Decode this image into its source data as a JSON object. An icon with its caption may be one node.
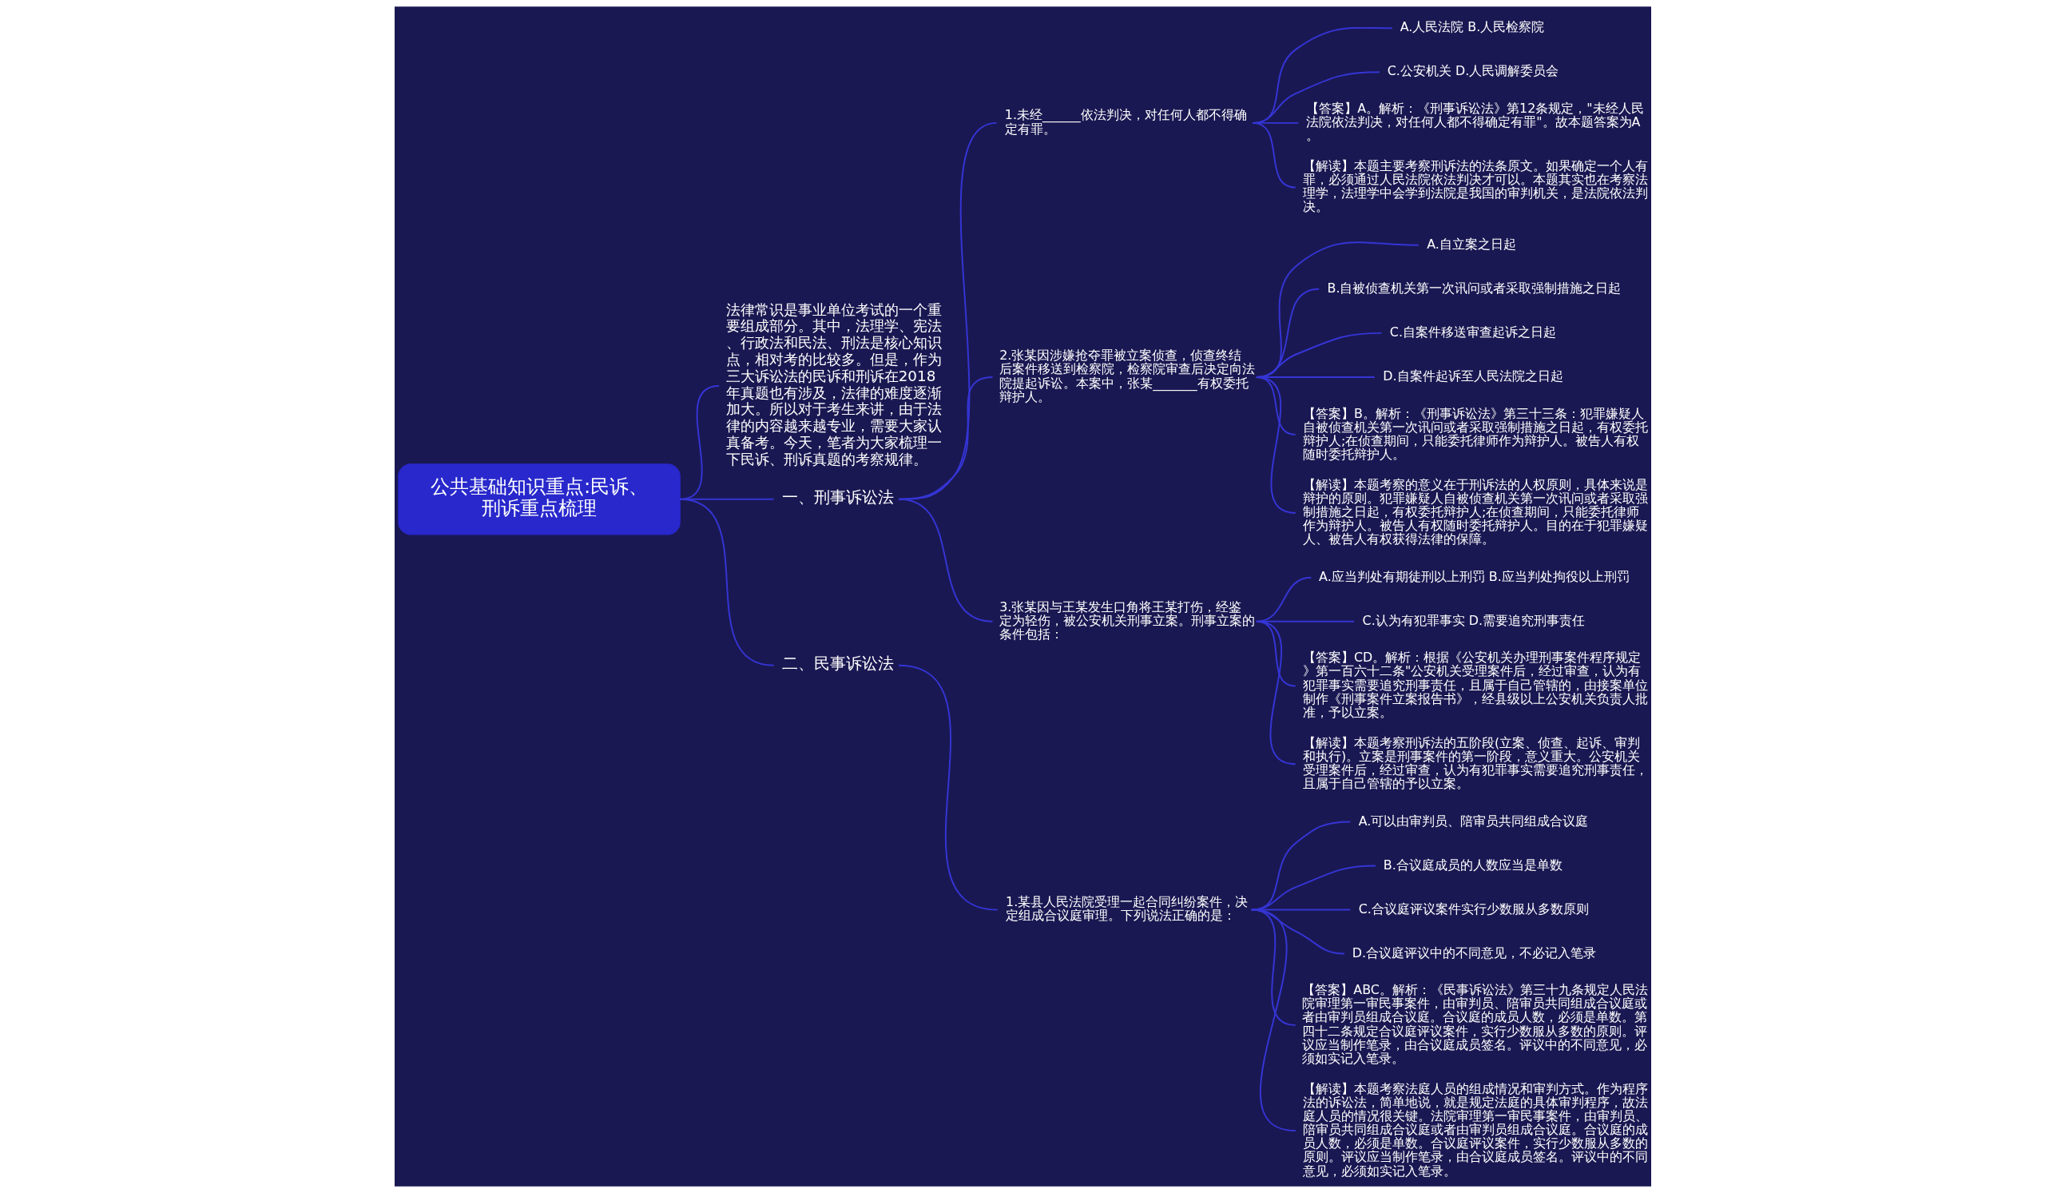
{
  "diagram": {
    "nodes": [
      {
        "text": [
          "公共基础知识重点:民诉、刑诉重点梳理"
        ]
      },
      {
        "text": [
          "法律常识是事业单位考试的一个重要组成部分。其中，法理学、宪法、行政法和民法、刑法是核心知识点，相对考的比较多。但是，作为三大诉讼法的民诉和刑诉在2018年真题也有涉及，法律的难度逐渐加大。所以对于考生来讲，由于法律的内容越来越专业，需要大家认真备考。今天，笔者为大家梳理一下民诉、刑诉真题的考察规律。"
        ]
      },
      {
        "text": [
          "一、刑事诉讼法"
        ]
      },
      {
        "text": [
          "1.未经______依法判决，对任何人都不得确定有罪。"
        ]
      },
      {
        "text": [
          "A.人民法院 B.人民检察院"
        ]
      },
      {
        "text": [
          "C.公安机关 D.人民调解委员会"
        ]
      },
      {
        "text": [
          "【答案】A。解析：《刑事诉讼法》第12条规定，\"未经人民法院依法判决，对任何人都不得确定有罪\"。故本题答案为A。"
        ]
      },
      {
        "text": [
          "【解读】本题主要考察刑诉法的法条原文。如果确定一个人有罪，必须通过人民法院依法判决才可以。本题其实也在考察法理学，法理学中会学到法院是我国的审判机关，是法院依法判决。"
        ]
      },
      {
        "text": [
          "2.张某因涉嫌抢夺罪被立案侦查，侦查终结后案件移送到检察院，检察院审查后决定向法院提起诉讼。本案中，张某_______有权委托辩护人。"
        ]
      },
      {
        "text": [
          "A.自立案之日起"
        ]
      },
      {
        "text": [
          "B.自被侦查机关第一次讯问或者采取强制措施之日起"
        ]
      },
      {
        "text": [
          "C.自案件移送审查起诉之日起"
        ]
      },
      {
        "text": [
          "D.自案件起诉至人民法院之日起"
        ]
      },
      {
        "text": [
          "【答案】B。解析：《刑事诉讼法》第三十三条：犯罪嫌疑人自被侦查机关第一次讯问或者采取强制措施之日起，有权委托辩护人;在侦查期间，只能委托律师作为辩护人。被告人有权随时委托辩护人。"
        ]
      },
      {
        "text": [
          "【解读】本题考察的意义在于刑诉法的人权原则，具体来说是辩护的原则。犯罪嫌疑人自被侦查机关第一次讯问或者采取强制措施之日起，有权委托辩护人;在侦查期间，只能委托律师作为辩护人。被告人有权随时委托辩护人。目的在于犯罪嫌疑人、被告人有权获得法律的保障。"
        ]
      },
      {
        "text": [
          "3.张某因与王某发生口角将王某打伤，经鉴定为轻伤，被公安机关刑事立案。刑事立案的条件包括："
        ]
      },
      {
        "text": [
          "A.应当判处有期徒刑以上刑罚 B.应当判处拘役以上刑罚"
        ]
      },
      {
        "text": [
          "C.认为有犯罪事实 D.需要追究刑事责任"
        ]
      },
      {
        "text": [
          "【答案】CD。解析：根据《公安机关办理刑事案件程序规定》第一百六十二条\"公安机关受理案件后，经过审查，认为有犯罪事实需要追究刑事责任，且属于自己管辖的，由接案单位制作《刑事案件立案报告书》，经县级以上公安机关负责人批准，予以立案。"
        ]
      },
      {
        "text": [
          "【解读】本题考察刑诉法的五阶段(立案、侦查、起诉、审判和执行)。立案是刑事案件的第一阶段，意义重大。公安机关受理案件后，经过审查，认为有犯罪事实需要追究刑事责任，且属于自己管辖的予以立案。"
        ]
      },
      {
        "text": [
          "二、民事诉讼法"
        ]
      },
      {
        "text": [
          "1.某县人民法院受理一起合同纠纷案件，决定组成合议庭审理。下列说法正确的是："
        ]
      },
      {
        "text": [
          "A.可以由审判员、陪审员共同组成合议庭"
        ]
      },
      {
        "text": [
          "B.合议庭成员的人数应当是单数"
        ]
      },
      {
        "text": [
          "C.合议庭评议案件实行少数服从多数原则"
        ]
      },
      {
        "text": [
          "D.合议庭评议中的不同意见，不必记入笔录"
        ]
      },
      {
        "text": [
          "【答案】ABC。解析：《民事诉讼法》第三十九条规定人民法院审理第一审民事案件，由审判员、陪审员共同组成合议庭或者由审判员组成合议庭。合议庭的成员人数，必须是单数。第四十二条规定合议庭评议案件，实行少数服从多数的原则。评议应当制作笔录，由合议庭成员签名。评议中的不同意见，必须如实记入笔录。"
        ]
      },
      {
        "text": [
          "【解读】本题考察法庭人员的组成情况和审判方式。作为程序法的诉讼法，简单地说，就是规定法庭的具体审判程序，故法庭人员的情况很关键。法院审理第一审民事案件，由审判员、陪审员共同组成合议庭或者由审判员组成合议庭。合议庭的成员人数，必须是单数。合议庭评议案件，实行少数服从多数的原则。评议应当制作笔录，由合议庭成员签名。评议中的不同意见，必须如实记入笔录。"
        ]
      }
    ],
    "edges": [
      {
        "from": 0,
        "to": 1,
        "arrow": "none"
      },
      {
        "from": 0,
        "to": 2,
        "arrow": "none"
      },
      {
        "from": 2,
        "to": 3,
        "arrow": "none"
      },
      {
        "from": 3,
        "to": 4,
        "arrow": "none"
      },
      {
        "from": 3,
        "to": 5,
        "arrow": "none"
      },
      {
        "from": 3,
        "to": 6,
        "arrow": "none"
      },
      {
        "from": 3,
        "to": 7,
        "arrow": "none"
      },
      {
        "from": 2,
        "to": 8,
        "arrow": "none"
      },
      {
        "from": 8,
        "to": 9,
        "arrow": "none"
      },
      {
        "from": 8,
        "to": 10,
        "arrow": "none"
      },
      {
        "from": 8,
        "to": 11,
        "arrow": "none"
      },
      {
        "from": 8,
        "to": 12,
        "arrow": "none"
      },
      {
        "from": 8,
        "to": 13,
        "arrow": "none"
      },
      {
        "from": 8,
        "to": 14,
        "arrow": "none"
      },
      {
        "from": 2,
        "to": 15,
        "arrow": "none"
      },
      {
        "from": 15,
        "to": 16,
        "arrow": "none"
      },
      {
        "from": 15,
        "to": 17,
        "arrow": "none"
      },
      {
        "from": 15,
        "to": 18,
        "arrow": "none"
      },
      {
        "from": 15,
        "to": 19,
        "arrow": "none"
      },
      {
        "from": 0,
        "to": 20,
        "arrow": "none"
      },
      {
        "from": 20,
        "to": 21,
        "arrow": "none"
      },
      {
        "from": 21,
        "to": 22,
        "arrow": "none"
      },
      {
        "from": 21,
        "to": 23,
        "arrow": "none"
      },
      {
        "from": 21,
        "to": 24,
        "arrow": "none"
      },
      {
        "from": 21,
        "to": 25,
        "arrow": "none"
      },
      {
        "from": 21,
        "to": 26,
        "arrow": "none"
      },
      {
        "from": 21,
        "to": 27,
        "arrow": "none"
      }
    ]
  }
}
